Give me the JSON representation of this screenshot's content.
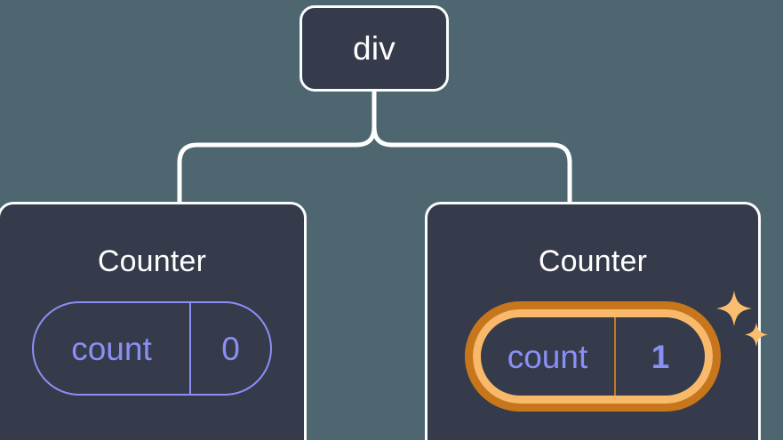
{
  "diagram": {
    "type": "component-tree",
    "background_color": "#4d6670",
    "node_fill_color": "#353b4a",
    "node_border_color": "#fbfcfd",
    "state_color": "#8b8ff5",
    "highlight_outer_color": "#c8761c",
    "highlight_inner_color": "#f9b96a",
    "connector_color": "#ffffff"
  },
  "root": {
    "label": "div"
  },
  "children": [
    {
      "title": "Counter",
      "state": {
        "key": "count",
        "value": "0"
      },
      "highlighted": false
    },
    {
      "title": "Counter",
      "state": {
        "key": "count",
        "value": "1"
      },
      "highlighted": true,
      "sparkle_icon": "sparkles-icon"
    }
  ]
}
